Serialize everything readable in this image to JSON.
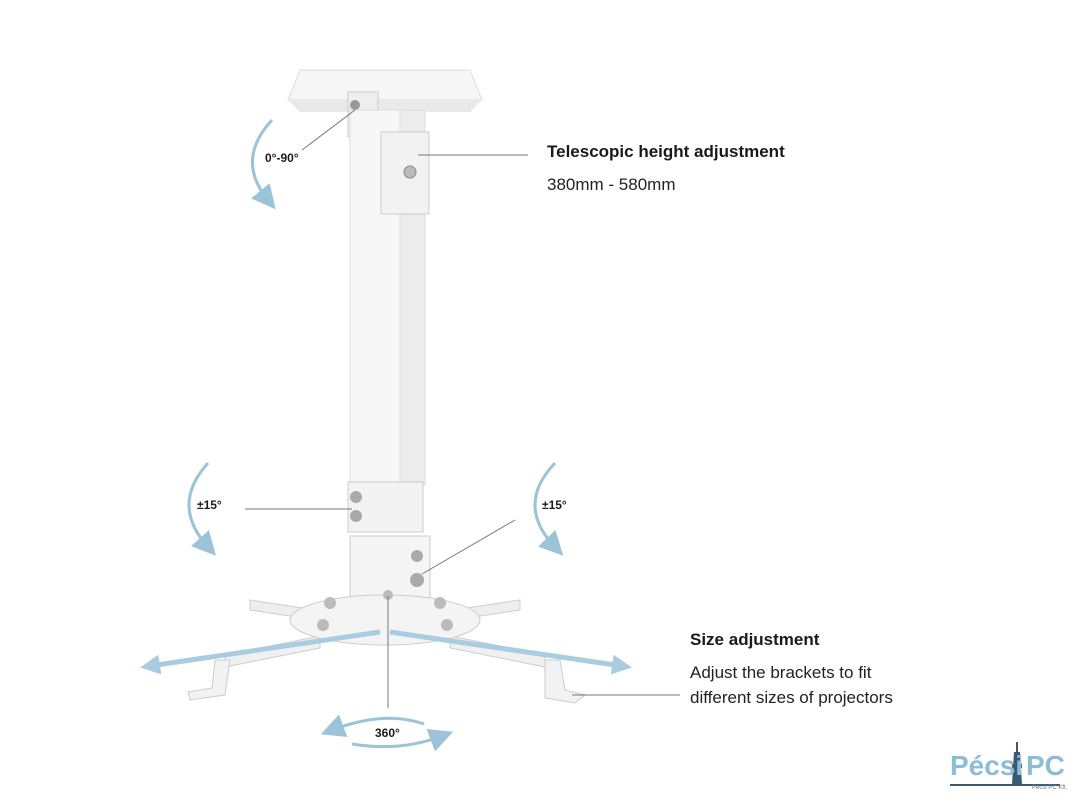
{
  "features": {
    "telescopic": {
      "title": "Telescopic height adjustment",
      "detail": "380mm - 580mm"
    },
    "size": {
      "title": "Size adjustment",
      "line1": "Adjust the brackets to fit",
      "line2": "different sizes of projectors"
    }
  },
  "angles": {
    "top_tilt": "0°-90°",
    "left_tilt": "±15°",
    "right_tilt": "±15°",
    "rotation": "360°"
  },
  "logo": {
    "part1": "Pécsi",
    "part2": "PC",
    "subtitle": "Pécsi PC Kft."
  },
  "colors": {
    "arrow": "#a9cce0",
    "callout_line": "#777777",
    "logo_blue": "#8cbcd6",
    "logo_dark": "#3e5a70"
  }
}
